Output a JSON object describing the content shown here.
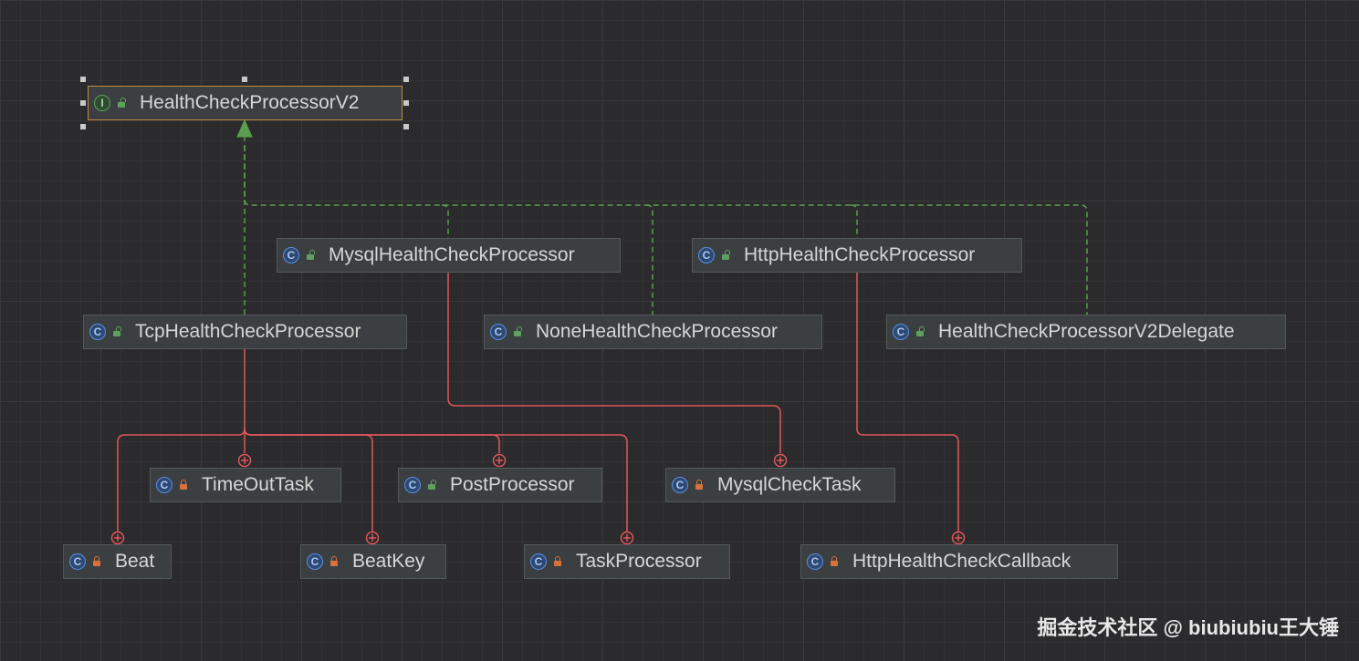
{
  "diagram": {
    "nodes": [
      {
        "id": "hcp_v2",
        "label": "HealthCheckProcessorV2",
        "kind": "interface",
        "visibility": "public",
        "selected": true
      },
      {
        "id": "mysql_hcp",
        "label": "MysqlHealthCheckProcessor",
        "kind": "class",
        "visibility": "public"
      },
      {
        "id": "http_hcp",
        "label": "HttpHealthCheckProcessor",
        "kind": "class",
        "visibility": "public"
      },
      {
        "id": "tcp_hcp",
        "label": "TcpHealthCheckProcessor",
        "kind": "class",
        "visibility": "public"
      },
      {
        "id": "none_hcp",
        "label": "NoneHealthCheckProcessor",
        "kind": "class",
        "visibility": "public"
      },
      {
        "id": "hcp_v2_delegate",
        "label": "HealthCheckProcessorV2Delegate",
        "kind": "class",
        "visibility": "public"
      },
      {
        "id": "timeout_task",
        "label": "TimeOutTask",
        "kind": "class",
        "visibility": "private"
      },
      {
        "id": "post_processor",
        "label": "PostProcessor",
        "kind": "class",
        "visibility": "public"
      },
      {
        "id": "mysql_check_task",
        "label": "MysqlCheckTask",
        "kind": "class",
        "visibility": "private"
      },
      {
        "id": "beat",
        "label": "Beat",
        "kind": "class",
        "visibility": "private"
      },
      {
        "id": "beat_key",
        "label": "BeatKey",
        "kind": "class",
        "visibility": "private"
      },
      {
        "id": "task_processor",
        "label": "TaskProcessor",
        "kind": "class",
        "visibility": "private"
      },
      {
        "id": "http_hc_callback",
        "label": "HttpHealthCheckCallback",
        "kind": "class",
        "visibility": "private"
      }
    ],
    "edges": [
      {
        "from": "tcp_hcp",
        "to": "hcp_v2",
        "type": "implements"
      },
      {
        "from": "mysql_hcp",
        "to": "hcp_v2",
        "type": "implements"
      },
      {
        "from": "none_hcp",
        "to": "hcp_v2",
        "type": "implements"
      },
      {
        "from": "http_hcp",
        "to": "hcp_v2",
        "type": "implements"
      },
      {
        "from": "hcp_v2_delegate",
        "to": "hcp_v2",
        "type": "implements"
      },
      {
        "from": "tcp_hcp",
        "to": "beat",
        "type": "inner-class"
      },
      {
        "from": "tcp_hcp",
        "to": "timeout_task",
        "type": "inner-class"
      },
      {
        "from": "tcp_hcp",
        "to": "beat_key",
        "type": "inner-class"
      },
      {
        "from": "tcp_hcp",
        "to": "post_processor",
        "type": "inner-class"
      },
      {
        "from": "tcp_hcp",
        "to": "task_processor",
        "type": "inner-class"
      },
      {
        "from": "mysql_hcp",
        "to": "mysql_check_task",
        "type": "inner-class"
      },
      {
        "from": "http_hcp",
        "to": "http_hc_callback",
        "type": "inner-class"
      }
    ],
    "colors": {
      "implements": "#5a9e4f",
      "inner_class": "#e0575b"
    }
  },
  "watermark": "掘金技术社区 @ biubiubiu王大锤"
}
